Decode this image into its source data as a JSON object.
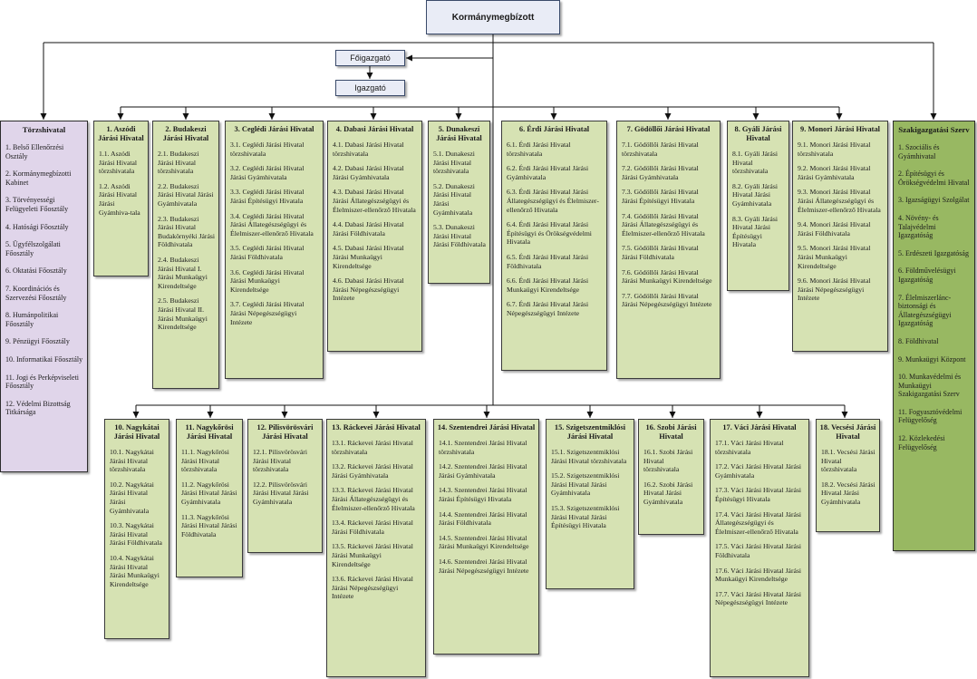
{
  "top": {
    "kormanymegbizott": "Kormánymegbízott",
    "foigazgato": "Főigazgató",
    "igazgato": "Igazgató"
  },
  "torzshivatal": {
    "title": "Törzshivatal",
    "items": [
      "1. Belső Ellenőrzési Osztály",
      "2. Kormánymegbízotti Kabinet",
      "3. Törvényességi Felügyeleti Főosztály",
      "4. Hatósági Főosztály",
      "5. Ügyfélszolgálati Főosztály",
      "6. Oktatási Főosztály",
      "7. Koordinációs és Szervezési Főosztály",
      "8. Humánpolitikai Főosztály",
      "9. Pénzügyi Főosztály",
      "10. Informatikai Főosztály",
      "11. Jogi és Perképviseleti Főosztály",
      "12. Védelmi Bizottság Titkársága"
    ]
  },
  "szakigazgatasi": {
    "title": "Szakigazgatási Szerv",
    "items": [
      "1. Szociális és Gyámhivatal",
      "2. Építésügyi és Örökségvédelmi Hivatal",
      "3. Igazságügyi Szolgálat",
      "4. Növény- és Talajvédelmi Igazgatóság",
      "5. Erdészeti Igazgatóság",
      "6. Földművelésügyi Igazgatóság",
      "7. Élelmiszerlánc-biztonsági és Állategészségügyi Igazgatóság",
      "8. Földhivatal",
      "9. Munkaügyi Központ",
      "10. Munkavédelmi és Munkaügyi Szakigazgatási Szerv",
      "11. Fogyasztóvédelmi Felügyelőség",
      "12. Közlekedési Felügyelőség"
    ]
  },
  "upper_offices": [
    {
      "title": "1. Aszódi Járási Hivatal",
      "items": [
        "1.1. Aszódi Járási Hivatal törzshivatala",
        "1.2. Aszódi Járási Hivatal Járási Gyámhiva-tala"
      ]
    },
    {
      "title": "2. Budakeszi Járási Hivatal",
      "items": [
        "2.1. Budakeszi Járási Hivatal törzshivatala",
        "2.2. Budakeszi Járási Hivatal Járási Gyámhivatala",
        "2.3. Budakeszi Járási Hivatal Budakörnyéki Járási Földhivatala",
        "2.4. Budakeszi Járási Hivatal I. Járási Munkaügyi Kirendeltsége",
        "2.5. Budakeszi Járási Hivatal II. Járási Munkaügyi Kirendeltsége"
      ]
    },
    {
      "title": "3. Ceglédi Járási Hivatal",
      "items": [
        "3.1. Ceglédi Járási Hivatal törzshivatala",
        "3.2. Ceglédi Járási Hivatal Járási Gyámhivatala",
        "3.3. Ceglédi Járási Hivatal Járási Építésügyi Hivatala",
        "3.4. Ceglédi Járási Hivatal Járási Állategészségügyi és Élelmiszer-ellenőrző Hivatala",
        "3.5. Ceglédi Járási Hivatal Járási Földhivatala",
        "3.6. Ceglédi Járási Hivatal Járási Munkaügyi Kirendeltsége",
        "3.7. Ceglédi Járási Hivatal Járási Népegészségügyi Intézete"
      ]
    },
    {
      "title": "4. Dabasi Járási Hivatal",
      "items": [
        "4.1. Dabasi Járási Hivatal törzshivatala",
        "4.2. Dabasi Járási Hivatal Járási Gyámhivatala",
        "4.3. Dabasi Járási Hivatal Járási Állategészségügyi és Élelmiszer-ellenőrző Hivatala",
        "4.4. Dabasi Járási Hivatal Járási Földhivatala",
        "4.5. Dabasi Járási Hivatal Járási Munkaügyi Kirendeltsége",
        "4.6. Dabasi Járási Hivatal Járási Népegészségügyi Intézete"
      ]
    },
    {
      "title": "5. Dunakeszi Járási Hivatal",
      "items": [
        "5.1. Dunakeszi Járási Hivatal törzshivatala",
        "5.2. Dunakeszi Járási Hivatal Járási Gyámhivatala",
        "5.3. Dunakeszi Járási Hivatal Járási Földhivatala"
      ]
    },
    {
      "title": "6. Érdi Járási Hivatal",
      "items": [
        "6.1. Érdi Járási Hivatal törzshivatala",
        "6.2. Érdi Járási Hivatal Járási Gyámhivatala",
        "6.3. Érdi Járási Hivatal Járási Állategészségügyi és Élelmiszer-ellenőrző Hivatala",
        "6.4. Érdi Járási Hivatal Járási Építésügyi és Örökségvédelmi Hivatala",
        "6.5. Érdi Járási Hivatal Járási Földhivatala",
        "6.6. Érdi Járási Hivatal Járási Munkaügyi Kirendeltsége",
        "6.7. Érdi Járási Hivatal Járási Népegészségügyi Intézete"
      ]
    },
    {
      "title": "7. Gödöllői Járási Hivatal",
      "items": [
        "7.1. Gödöllői Járási Hivatal törzshivatala",
        "7.2. Gödöllői Járási Hivatal Járási Gyámhivatala",
        "7.3. Gödöllői Járási Hivatal Járási Építésügyi Hivatala",
        "7.4. Gödöllői Járási Hivatal Járási Állategészségügyi és Élelmiszer-ellenőrző Hivatala",
        "7.5. Gödöllői Járási Hivatal Járási Földhivatala",
        "7.6. Gödöllői Járási Hivatal Járási Munkaügyi Kirendeltsége",
        "7.7. Gödöllői Járási Hivatal Járási Népegészségügyi Intézete"
      ]
    },
    {
      "title": "8. Gyáli Járási Hivatal",
      "items": [
        "8.1. Gyáli Járási Hivatal törzshivatala",
        "8.2. Gyáli Járási Hivatal Járási Gyámhivatala",
        "8.3. Gyáli Járási Hivatal Járási Építésügyi Hivatala"
      ]
    },
    {
      "title": "9. Monori Járási Hivatal",
      "items": [
        "9.1. Monori Járási Hivatal törzshivatala",
        "9.2. Monori Járási Hivatal Járási Gyámhivatala",
        "9.3. Monori Járási Hivatal Járási Állategészségügyi és Élelmiszer-ellenőrző Hivatala",
        "9.4. Monori Járási Hivatal Járási Földhivatala",
        "9.5. Monori Járási Hivatal Járási Munkaügyi Kirendeltsége",
        "9.6. Monori Járási Hivatal Járási Népegészségügyi Intézete"
      ]
    }
  ],
  "lower_offices": [
    {
      "title": "10. Nagykátai Járási Hivatal",
      "items": [
        "10.1. Nagykátai Járási Hivatal törzshivatala",
        "10.2. Nagykátai Járási Hivatal Járási Gyámhivatala",
        "10.3. Nagykátai Járási Hivatal Járási Földhivatala",
        "10.4. Nagykátai Járási Hivatal Járási Munkaügyi Kirendeltsége"
      ]
    },
    {
      "title": "11. Nagykőrösi Járási Hivatal",
      "items": [
        "11.1. Nagykőrösi Járási Hivatal törzshivatala",
        "11.2. Nagykőrösi Járási Hivatal Járási Gyámhivatala",
        "11.3. Nagykőrösi Járási Hivatal Járási Földhivatala"
      ]
    },
    {
      "title": "12. Pilisvörösvári Járási Hivatal",
      "items": [
        "12.1. Pilisvörösvári Járási Hivatal törzshivatala",
        "12.2. Pilisvörösvári Járási Hivatal Járási Gyámhivatala"
      ]
    },
    {
      "title": "13. Ráckevei Járási Hivatal",
      "items": [
        "13.1. Ráckevei Járási Hivatal törzshivatala",
        "13.2. Ráckevei Járási Hivatal Járási Gyámhivatala",
        "13.3. Ráckevei Járási Hivatal Járási Állategészségügyi és Élelmiszer-ellenőrző Hivatala",
        "13.4. Ráckevei Járási Hivatal Járási Földhivatala",
        "13.5. Ráckevei Járási Hivatal Járási Munkaügyi Kirendeltsége",
        "13.6. Ráckevei Járási Hivatal Járási Népegészségügyi Intézete"
      ]
    },
    {
      "title": "14. Szentendrei Járási Hivatal",
      "items": [
        "14.1. Szentendrei Járási Hivatal törzshivatala",
        "14.2. Szentendrei Járási Hivatal Járási Gyámhivatala",
        "14.3. Szentendrei Járási Hivatal Járási Építésügyi Hivatala",
        "14.4. Szentendrei Járási Hivatal Járási Földhivatala",
        "14.5. Szentendrei Járási Hivatal Járási Munkaügyi Kirendeltsége",
        "14.6. Szentendrei Járási Hivatal Járási Népegészségügyi Intézete"
      ]
    },
    {
      "title": "15. Szigetszentmiklósi Járási Hivatal",
      "items": [
        "15.1. Szigetszentmiklósi Járási Hivatal törzshivatala",
        "15.2. Szigetszentmiklósi Járási Hivatal Járási Gyámhivatala",
        "15.3. Szigetszentmiklósi Járási Hivatal Járási Építésügyi Hivatala"
      ]
    },
    {
      "title": "16. Szobi Járási Hivatal",
      "items": [
        "16.1. Szobi Járási Hivatal törzshivatala",
        "16.2. Szobi Járási Hivatal Járási Gyámhivatala"
      ]
    },
    {
      "title": "17. Váci Járási Hivatal",
      "items": [
        "17.1. Váci Járási Hivatal törzshivatala",
        "17.2. Váci Járási Hivatal Járási Gyámhivatala",
        "17.3. Váci Járási Hivatal Járási Építésügyi Hivatala",
        "17.4. Váci Járási Hivatal Járási Állategészségügyi és Élelmiszer-ellenőrző Hivatala",
        "17.5. Váci Járási Hivatal Járási Földhivatala",
        "17.6. Váci Járási Hivatal Járási Munkaügyi Kirendeltsége",
        "17.7. Váci Járási Hivatal Járási Népegészségügyi Intézete"
      ]
    },
    {
      "title": "18. Vecsési Járási Hivatal",
      "items": [
        "18.1. Vecsési Járási Hivatal törzshivatala",
        "18.2. Vecsési Járási Hivatal Járási Gyámhivatala"
      ]
    }
  ]
}
